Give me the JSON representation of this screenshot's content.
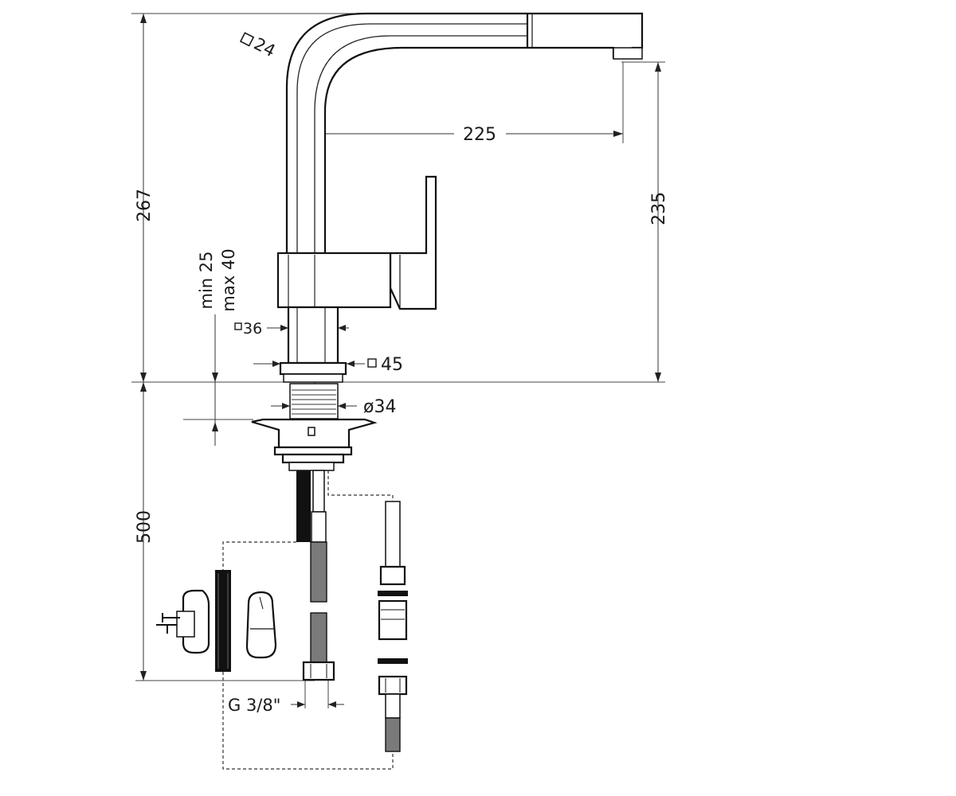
{
  "labels": {
    "square_24": "24",
    "dim_225": "225",
    "dim_235": "235",
    "dim_267": "267",
    "min_25": "min 25",
    "max_40": "max 40",
    "square_36": "36",
    "square_45": "45",
    "dia_34": "ø34",
    "dim_500": "500",
    "thread_g38": "G 3/8\""
  }
}
